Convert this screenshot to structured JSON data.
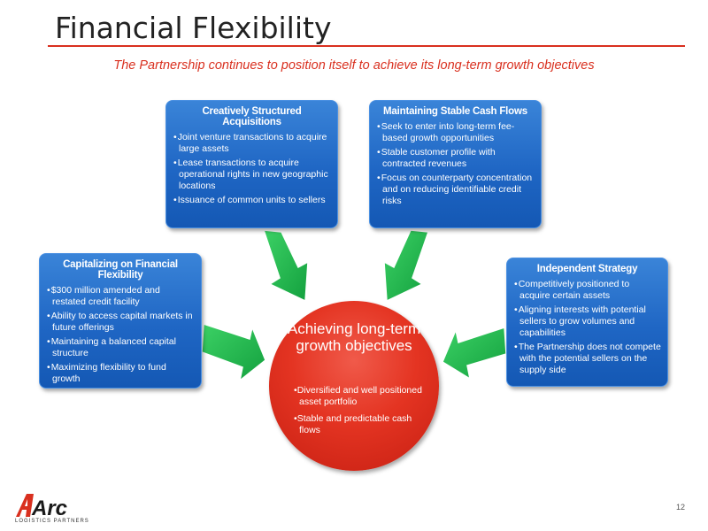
{
  "header": {
    "title": "Financial Flexibility",
    "subtitle": "The Partnership continues to position itself to achieve its long-term growth objectives"
  },
  "boxes": {
    "top_left": {
      "title": "Creatively Structured Acquisitions",
      "items": [
        "Joint venture transactions to acquire large assets",
        "Lease transactions to acquire operational rights in new geographic locations",
        "Issuance of common units to sellers"
      ]
    },
    "top_right": {
      "title": "Maintaining Stable Cash Flows",
      "items": [
        "Seek to enter into long-term fee-based growth opportunities",
        "Stable customer profile with contracted revenues",
        "Focus on counterparty concentration and on reducing identifiable credit risks"
      ]
    },
    "left": {
      "title": "Capitalizing on Financial Flexibility",
      "items": [
        "$300 million amended and restated credit facility",
        "Ability to access capital markets in future offerings",
        "Maintaining a balanced capital structure",
        "Maximizing flexibility to fund growth"
      ]
    },
    "right": {
      "title": "Independent Strategy",
      "items": [
        "Competitively positioned to acquire certain assets",
        "Aligning interests with potential sellers to grow volumes and capabilities",
        "The Partnership does not compete with the potential sellers on the supply side"
      ]
    }
  },
  "center": {
    "title": "Achieving long-term growth objectives",
    "items": [
      "Diversified and well positioned asset portfolio",
      "Stable and predictable cash flows"
    ]
  },
  "footer": {
    "logo_text": "Arc",
    "logo_subtext": "LOGISTICS PARTNERS",
    "page_number": "12"
  },
  "colors": {
    "accent_red": "#d9301f",
    "box_blue": "#1f66c4",
    "arrow_green": "#1db44a"
  },
  "icons": {
    "arrows": "green-block-arrow-icon",
    "logo": "arc-logo-icon"
  }
}
